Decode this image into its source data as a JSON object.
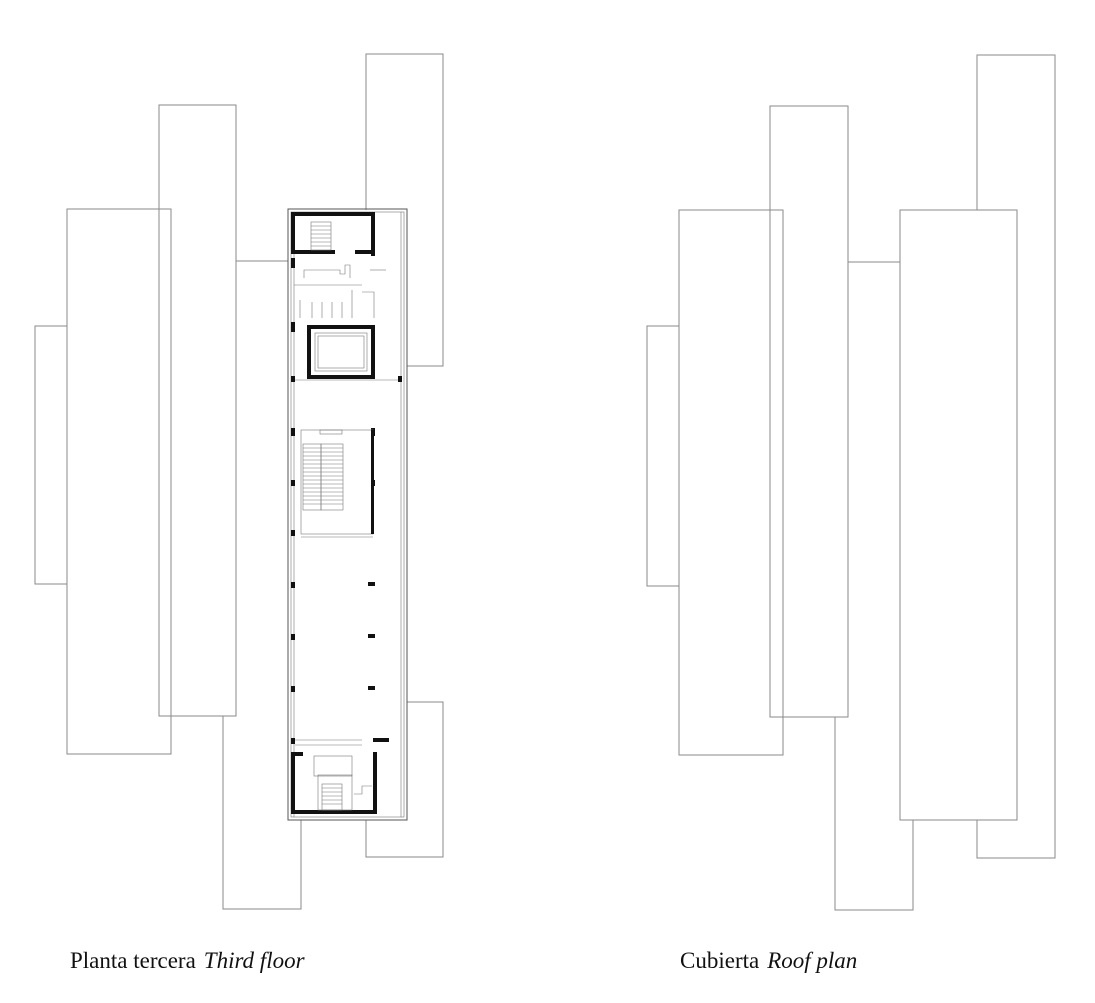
{
  "plans": [
    {
      "id": "third-floor",
      "caption_es": "Planta tercera",
      "caption_en": "Third floor"
    },
    {
      "id": "roof",
      "caption_es": "Cubierta",
      "caption_en": "Roof plan"
    }
  ],
  "colors": {
    "line": "#8a8a8a",
    "wall": "#111111",
    "text": "#111111"
  }
}
